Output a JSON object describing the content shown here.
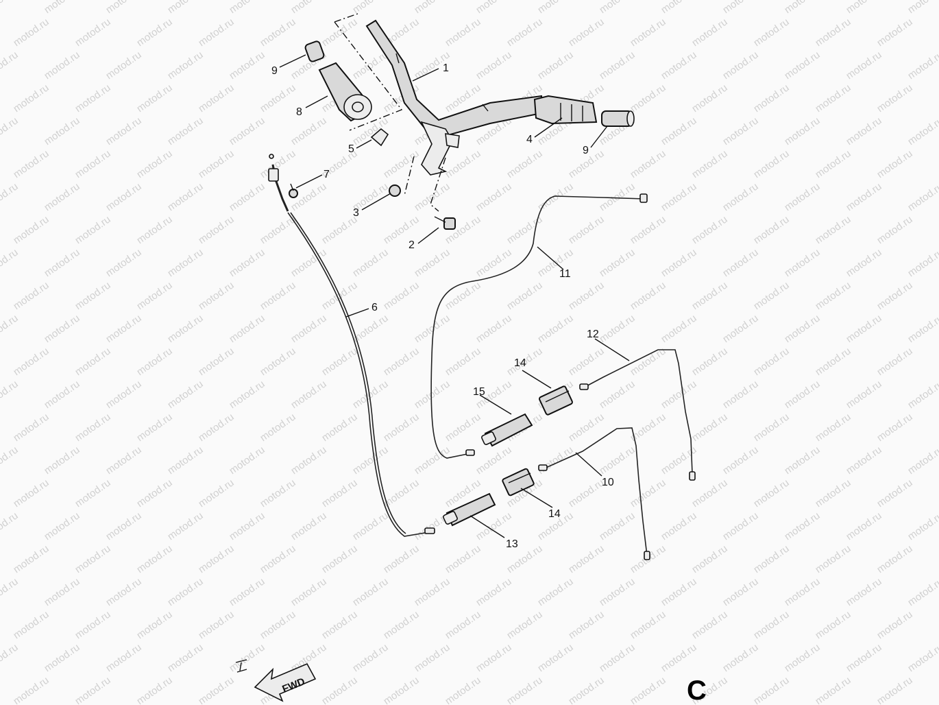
{
  "watermark": "motod.ru",
  "callouts": [
    "1",
    "2",
    "3",
    "4",
    "5",
    "6",
    "7",
    "8",
    "9",
    "9",
    "10",
    "11",
    "12",
    "13",
    "14",
    "14",
    "15"
  ],
  "fwd_label": "FWD",
  "corner_letter": "C"
}
